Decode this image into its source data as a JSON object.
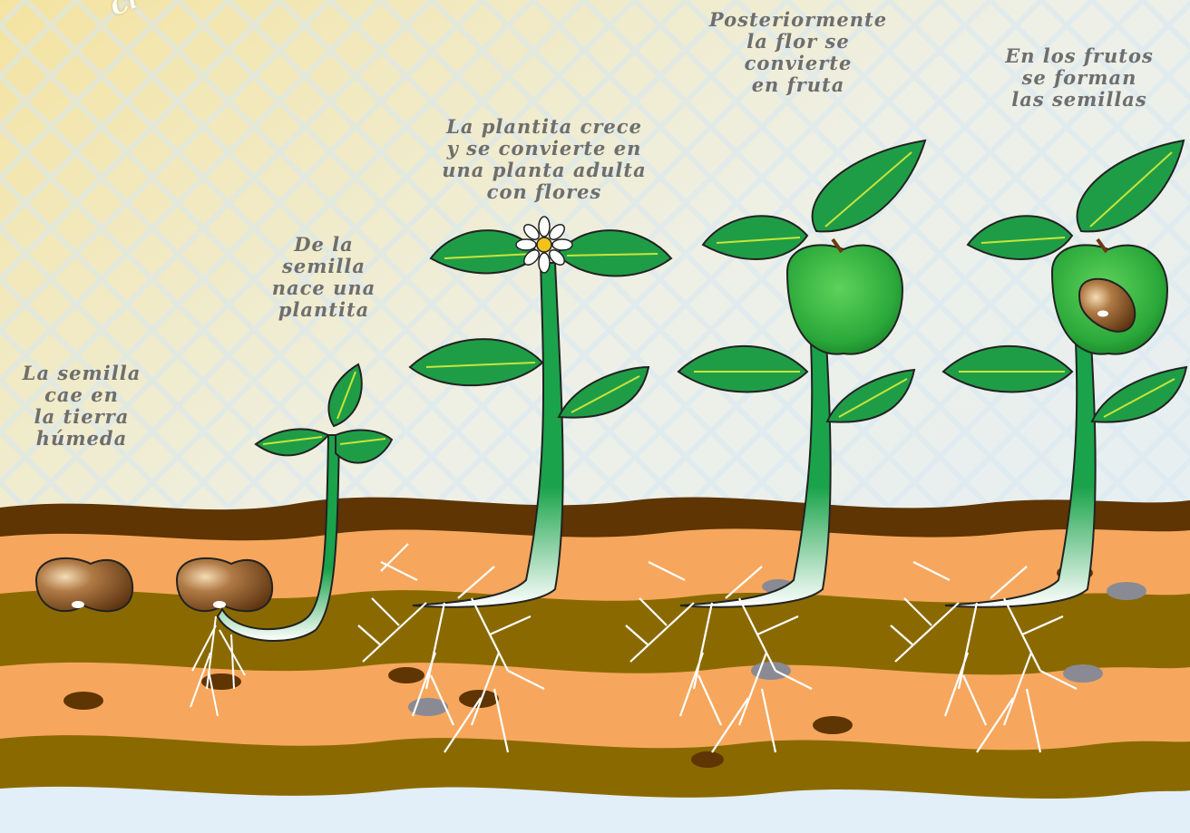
{
  "title_fragment": "Ci",
  "stages": [
    {
      "id": "semilla-cae",
      "text": "La semilla\ncae en\nla tierra\nhúmeda"
    },
    {
      "id": "nace-plantita",
      "text": "De la\nsemilla\nnace una\nplantita"
    },
    {
      "id": "planta-adulta",
      "text": "La plantita crece\ny se convierte en\nuna planta adulta\ncon flores"
    },
    {
      "id": "flor-fruta",
      "text": "Posteriormente\nla flor se\nconvierte\nen fruta"
    },
    {
      "id": "frutos-semillas",
      "text": "En los frutos\nse forman\nlas semillas"
    }
  ],
  "colors": {
    "sky_top": "#f3e6a6",
    "sky_bottom": "#e8f1f8",
    "soil_dark": "#5e3503",
    "soil_light": "#f6a75d",
    "soil_olive": "#8a6a00",
    "leaf": "#1f9d46",
    "leaf_vein": "#c8e43a",
    "stem": "#1aa34a",
    "apple": "#2fb43e",
    "seed": "#8a5a2a",
    "root": "#ffffff"
  }
}
